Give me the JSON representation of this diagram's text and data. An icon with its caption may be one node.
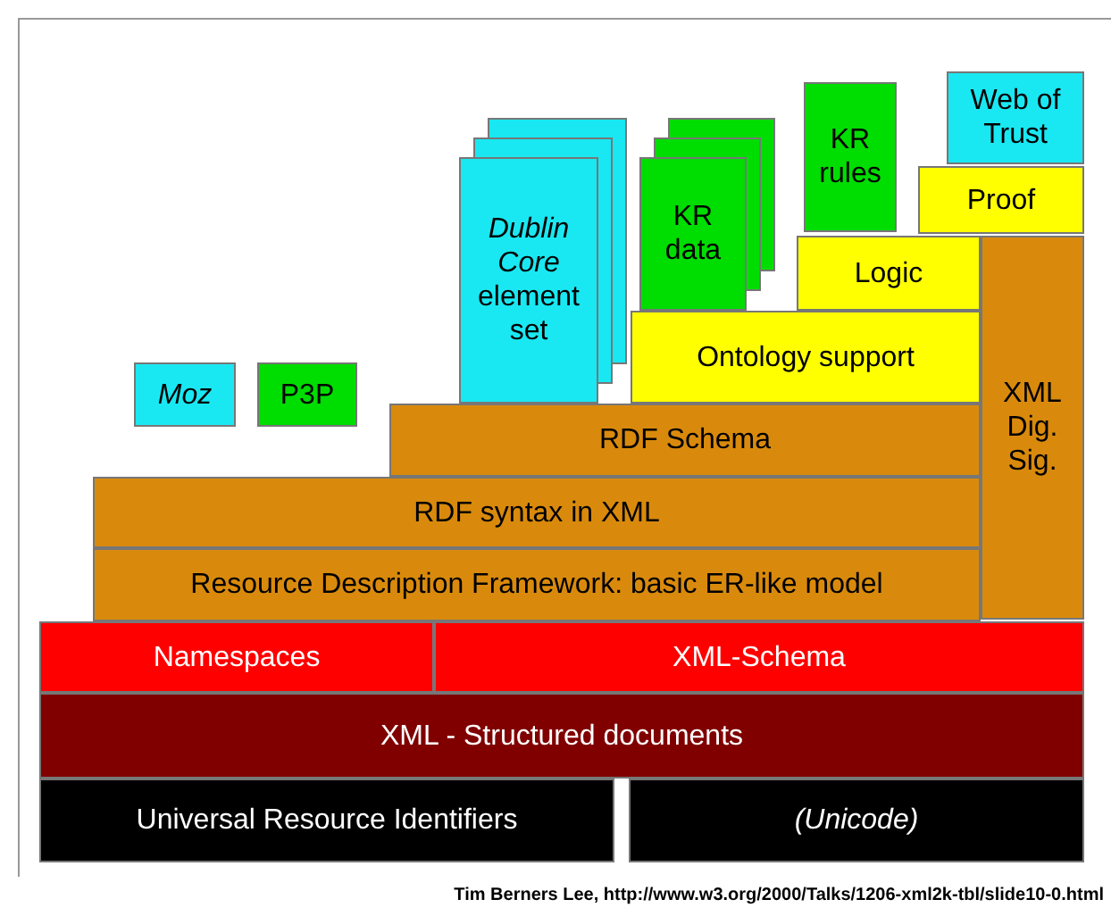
{
  "diagram": {
    "caption": "Tim Berners Lee, http://www.w3.org/2000/Talks/1206-xml2k-tbl/slide10-0.html",
    "nodes": [
      {
        "text": [
          "Web of Trust"
        ]
      },
      {
        "text": [
          "KR rules"
        ]
      },
      {
        "text": [
          "Proof"
        ]
      },
      {
        "text": [
          "*Dublin Core* element set"
        ]
      },
      {
        "text": [
          "KR data"
        ]
      },
      {
        "text": [
          "Logic"
        ]
      },
      {
        "text": [
          "Ontology support"
        ]
      },
      {
        "text": [
          "Moz"
        ]
      },
      {
        "text": [
          "P3P"
        ]
      },
      {
        "text": [
          "XML Dig. Sig."
        ]
      },
      {
        "text": [
          "RDF Schema"
        ]
      },
      {
        "text": [
          "RDF syntax in XML"
        ]
      },
      {
        "text": [
          "Resource Description Framework: basic ER-like model"
        ]
      },
      {
        "text": [
          "Namespaces"
        ]
      },
      {
        "text": [
          "XML-Schema"
        ]
      },
      {
        "text": [
          "XML - Structured documents"
        ]
      },
      {
        "text": [
          "Universal Resource Identifiers"
        ]
      },
      {
        "text": [
          "(Unicode)"
        ]
      }
    ]
  }
}
